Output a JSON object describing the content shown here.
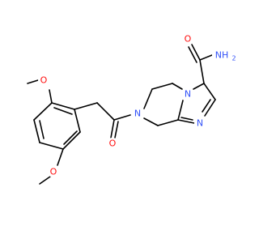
{
  "colors": {
    "carbon_bond": "#000000",
    "oxygen": "#ff0d0d",
    "nitrogen": "#3050f8",
    "background": "#ffffff"
  },
  "atoms": {
    "methoxy_top_o": "O",
    "methoxy_bottom_o": "O",
    "carbonyl_o": "O",
    "ring_n_amide": "N",
    "ring_n_fused": "N",
    "ring_n_imidazole": "N",
    "amide_n": "NH",
    "amide_n_sub": "2",
    "amide_o": "O"
  }
}
